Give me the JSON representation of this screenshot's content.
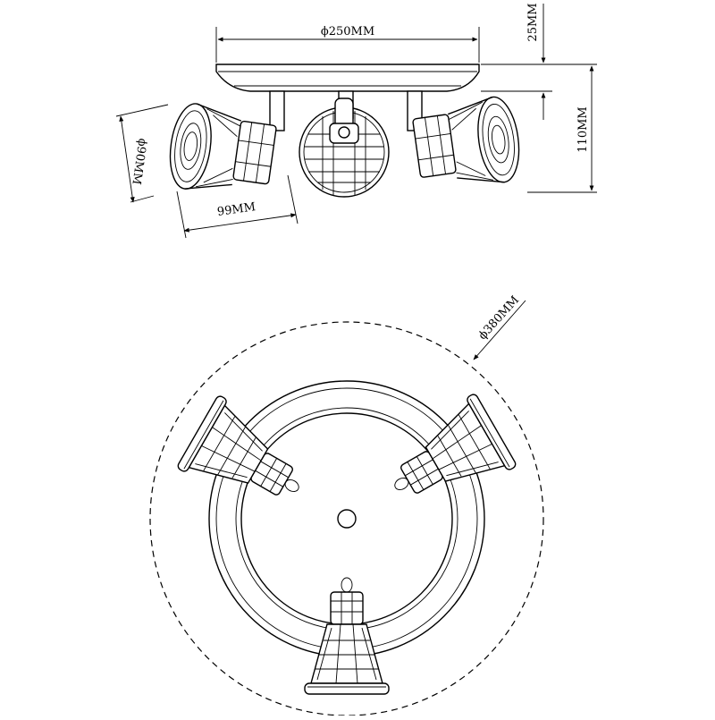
{
  "dimensions": {
    "plate_diameter": "ϕ250MM",
    "plate_height": "25MM",
    "total_height": "110MM",
    "head_diameter": "ϕ90MM",
    "head_length": "99MM",
    "overall_diameter": "ϕ380MM"
  },
  "colors": {
    "line": "#000000",
    "background": "#ffffff"
  },
  "views": [
    "side-view",
    "top-view"
  ]
}
